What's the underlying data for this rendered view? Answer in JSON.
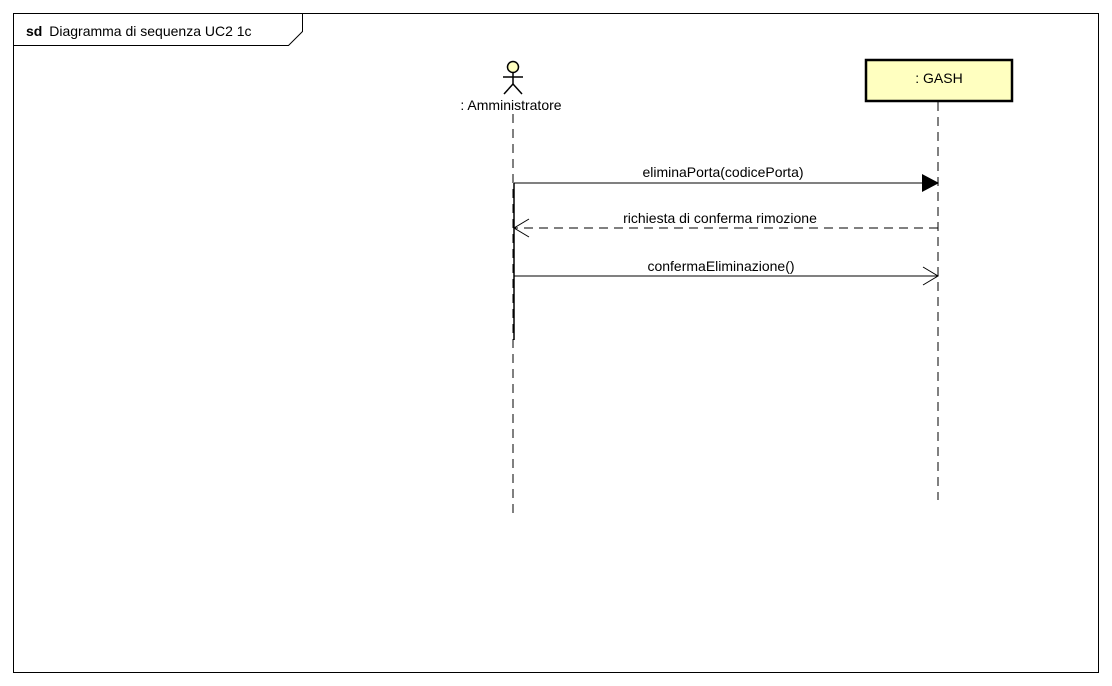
{
  "frame": {
    "keyword": "sd",
    "title": "Diagramma di sequenza UC2 1c"
  },
  "participants": [
    {
      "id": "admin",
      "kind": "actor",
      "label": ": Amministratore"
    },
    {
      "id": "gash",
      "kind": "object",
      "label": ": GASH"
    }
  ],
  "messages": [
    {
      "id": "m1",
      "from": "admin",
      "to": "gash",
      "label": "eliminaPorta(codicePorta)",
      "style": "synchronous"
    },
    {
      "id": "m2",
      "from": "gash",
      "to": "admin",
      "label": "richiesta di conferma rimozione",
      "style": "reply"
    },
    {
      "id": "m3",
      "from": "admin",
      "to": "gash",
      "label": "confermaEliminazione()",
      "style": "asynchronous"
    }
  ],
  "colors": {
    "line": "#000000",
    "object_fill": "#ffffc0",
    "actor_head_fill": "#ffffc0"
  }
}
